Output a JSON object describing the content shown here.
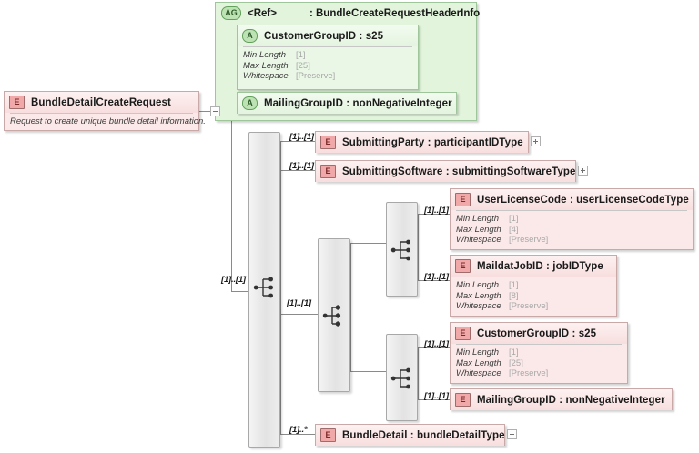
{
  "diagram": {
    "title": "BundleDetailCreateRequest XSD structure",
    "colors": {
      "element_fill": "#fbe9e9",
      "element_border": "#c9a8a8",
      "element_badge": "#f0a8a8",
      "attribute_fill": "#eaf7e6",
      "attribute_border": "#9fc69a",
      "attribute_badge": "#bde3b4",
      "compositor_fill": "#e3e3e3",
      "line": "#8a8a8a"
    }
  },
  "root": {
    "badge": "E",
    "name": "BundleDetailCreateRequest",
    "description": "Request to create unique bundle detail information.",
    "toggle": "collapse"
  },
  "attribute_group": {
    "badge": "AG",
    "ref": "<Ref>",
    "type": ": BundleCreateRequestHeaderInfo",
    "attributes": [
      {
        "badge": "A",
        "name": "CustomerGroupID : s25",
        "facets": [
          {
            "label": "Min Length",
            "value": "[1]"
          },
          {
            "label": "Max Length",
            "value": "[25]"
          },
          {
            "label": "Whitespace",
            "value": "[Preserve]"
          }
        ]
      },
      {
        "badge": "A",
        "name": "MailingGroupID : nonNegativeInteger",
        "facets": []
      }
    ]
  },
  "compositors": {
    "outer_sequence": {
      "kind": "sequence",
      "cardinality": "[1]..[1]"
    },
    "inner_choice": {
      "kind": "choice",
      "cardinality": "[1]..[1]"
    },
    "choice_branch_1": {
      "kind": "sequence"
    },
    "choice_branch_2": {
      "kind": "sequence"
    }
  },
  "elements": {
    "submitting_party": {
      "badge": "E",
      "name": "SubmittingParty : participantIDType",
      "cardinality": "[1]..[1]",
      "toggle": "expand"
    },
    "submitting_software": {
      "badge": "E",
      "name": "SubmittingSoftware : submittingSoftwareType",
      "cardinality": "[1]..[1]",
      "toggle": "expand"
    },
    "user_license_code": {
      "badge": "E",
      "name": "UserLicenseCode : userLicenseCodeType",
      "cardinality": "[1]..[1]",
      "facets": [
        {
          "label": "Min Length",
          "value": "[1]"
        },
        {
          "label": "Max Length",
          "value": "[4]"
        },
        {
          "label": "Whitespace",
          "value": "[Preserve]"
        }
      ]
    },
    "maildat_job_id": {
      "badge": "E",
      "name": "MaildatJobID : jobIDType",
      "cardinality": "[1]..[1]",
      "facets": [
        {
          "label": "Min Length",
          "value": "[1]"
        },
        {
          "label": "Max Length",
          "value": "[8]"
        },
        {
          "label": "Whitespace",
          "value": "[Preserve]"
        }
      ]
    },
    "customer_group_id": {
      "badge": "E",
      "name": "CustomerGroupID : s25",
      "cardinality": "[1]..[1]",
      "facets": [
        {
          "label": "Min Length",
          "value": "[1]"
        },
        {
          "label": "Max Length",
          "value": "[25]"
        },
        {
          "label": "Whitespace",
          "value": "[Preserve]"
        }
      ]
    },
    "mailing_group_id": {
      "badge": "E",
      "name": "MailingGroupID : nonNegativeInteger",
      "cardinality": "[1]..[1]",
      "facets": []
    },
    "bundle_detail": {
      "badge": "E",
      "name": "BundleDetail : bundleDetailType",
      "cardinality": "[1]..*",
      "toggle": "expand"
    }
  }
}
